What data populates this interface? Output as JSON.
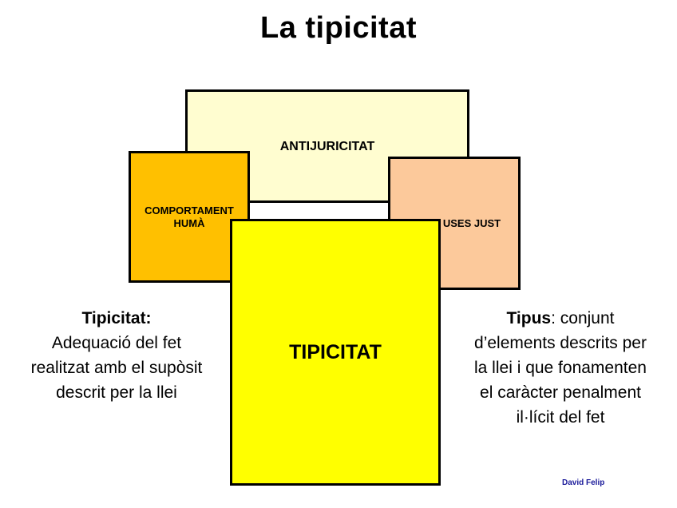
{
  "title": "La tipicitat",
  "boxes": {
    "antijuricitat": "ANTIJURICITAT",
    "comportament_line1": "COMPORTAMENT",
    "comportament_line2": "HUMÀ",
    "causes": "USES JUST",
    "tipicitat": "TIPICITAT"
  },
  "left_note": {
    "heading": "Tipicitat:",
    "lines": [
      "Adequació del fet",
      "realitzat amb el supòsit",
      "descrit per la llei"
    ]
  },
  "right_note": {
    "heading": "Tipus",
    "first_line_rest": ": conjunt",
    "lines": [
      "d’elements descrits per",
      "la llei i que fonamenten",
      "el caràcter penalment",
      "il·lícit del fet"
    ]
  },
  "author": "David Felip",
  "colors": {
    "antijuricitat": "#fffdd0",
    "comportament": "#ffc000",
    "causes": "#fcc99b",
    "tipicitat": "#ffff00",
    "author": "#1a1a9a"
  }
}
